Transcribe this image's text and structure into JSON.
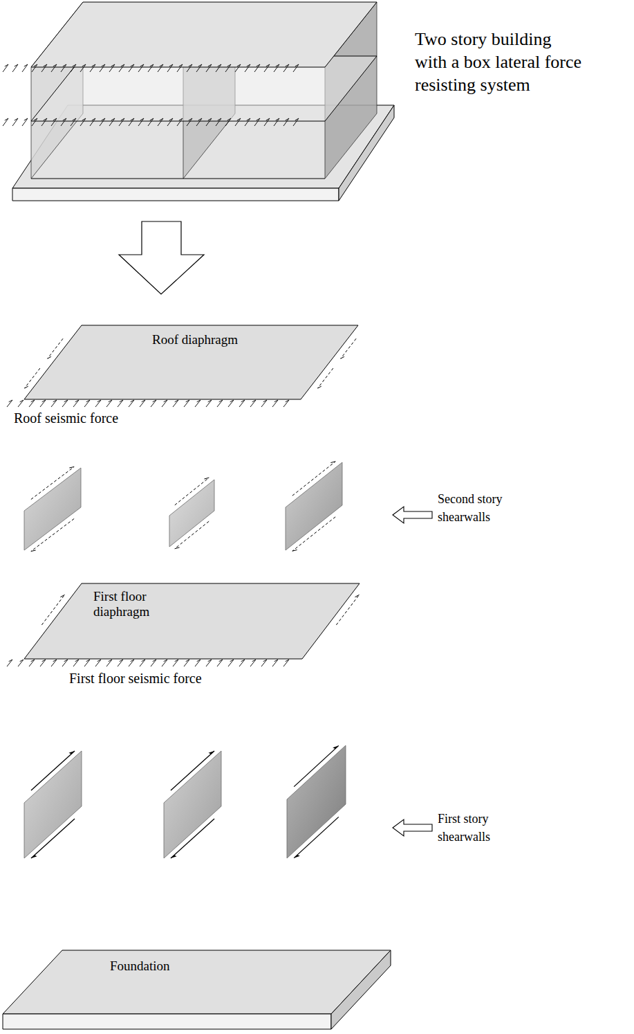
{
  "diagram": {
    "nodes": [
      {
        "text": [
          "Roof diaphragm"
        ]
      },
      {
        "text": [
          "First floor diaphragm"
        ]
      },
      {
        "text": [
          "Foundation"
        ]
      }
    ],
    "labels": [
      "Two story building with a box lateral force resisting system",
      "Roof seismic force",
      "Second story shearwalls",
      "First floor seismic force",
      "First story shearwalls"
    ]
  }
}
